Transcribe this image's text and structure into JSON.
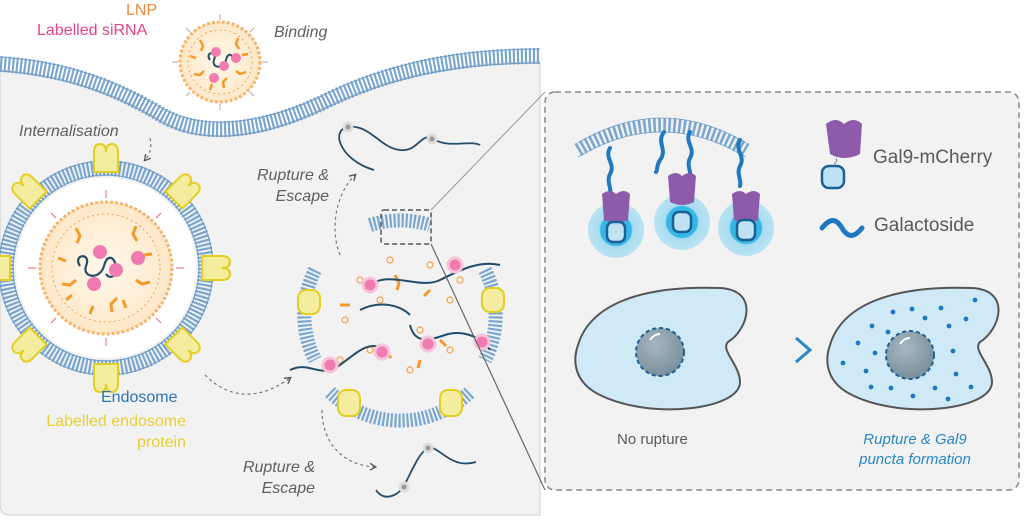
{
  "labels": {
    "lnp": "LNP",
    "labelled_sirna": "Labelled siRNA",
    "binding": "Binding",
    "internalisation": "Internalisation",
    "rupture_escape_top_line1": "Rupture &",
    "rupture_escape_top_line2": "Escape",
    "rupture_escape_bottom_line1": "Rupture &",
    "rupture_escape_bottom_line2": "Escape",
    "endosome": "Endosome",
    "labelled_endosome_protein_line1": "Labelled endosome",
    "labelled_endosome_protein_line2": "protein"
  },
  "inset": {
    "legend_gal9": "Gal9-mCherry",
    "legend_galactoside": "Galactoside",
    "no_rupture": "No rupture",
    "rupture_line1": "Rupture & Gal9",
    "rupture_line2": "puncta formation"
  },
  "colors": {
    "membrane": "#7aa6cf",
    "lnp_lipid": "#f5a14a",
    "sirna_dot": "#e8418a",
    "endosome_protein": "#f4ec9e",
    "gal9": "#8e5bab",
    "galactoside": "#1f78c1",
    "cell_fill": "#cfe9f6",
    "background_panel": "#f2f2f2"
  }
}
